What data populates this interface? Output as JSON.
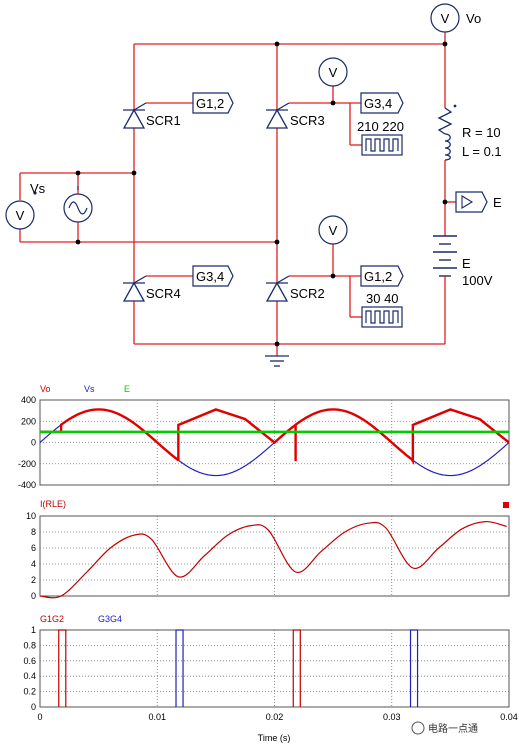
{
  "circuit": {
    "source_label": "Vs",
    "scr1": "SCR1",
    "scr2": "SCR2",
    "scr3": "SCR3",
    "scr4": "SCR4",
    "gate_scr1": "G1,2",
    "gate_scr2": "G1,2",
    "gate_scr3": "G3,4",
    "gate_scr4": "G3,4",
    "pulse_g34": "210 220",
    "pulse_g12": "30 40",
    "vo_label": "Vo",
    "e_probe_label": "E",
    "load_r": "R = 10",
    "load_l": "L = 0.1",
    "e_name": "E",
    "e_value": "100V",
    "voltmeter_glyph": "V"
  },
  "chart_data": [
    {
      "type": "line",
      "legend": [
        "Vo",
        "Vs",
        "E"
      ],
      "colors": {
        "Vo": "#e00000",
        "Vs": "#2020c0",
        "E": "#00cc00"
      },
      "y_ticks": [
        "400",
        "200",
        "0",
        "-200",
        "-400"
      ],
      "ylim": [
        -400,
        400
      ],
      "xlim": [
        0,
        0.04
      ],
      "grid": true,
      "series": [
        {
          "name": "Vs",
          "x": [
            0,
            0.0025,
            0.005,
            0.0075,
            0.01,
            0.0125,
            0.015,
            0.0175,
            0.02,
            0.0225,
            0.025,
            0.0275,
            0.03,
            0.0325,
            0.035,
            0.0375,
            0.04
          ],
          "y": [
            0,
            220,
            311,
            220,
            0,
            -220,
            -311,
            -220,
            0,
            220,
            311,
            220,
            0,
            -220,
            -311,
            -220,
            0
          ]
        },
        {
          "name": "Vo",
          "x": [
            0,
            0.0018,
            0.0018,
            0.005,
            0.0075,
            0.01,
            0.0118,
            0.0118,
            0.015,
            0.0175,
            0.02,
            0.0218,
            0.0218,
            0.025,
            0.0275,
            0.03,
            0.0318,
            0.0318,
            0.035,
            0.0375,
            0.04
          ],
          "y": [
            100,
            100,
            165,
            311,
            220,
            0,
            -175,
            165,
            311,
            220,
            0,
            -175,
            165,
            311,
            220,
            0,
            -175,
            165,
            311,
            220,
            0
          ]
        },
        {
          "name": "E",
          "x": [
            0,
            0.04
          ],
          "y": [
            100,
            100
          ]
        }
      ]
    },
    {
      "type": "line",
      "legend": [
        "I(RLE)"
      ],
      "colors": {
        "I(RLE)": "#c00000"
      },
      "y_ticks": [
        "10",
        "8",
        "6",
        "4",
        "2",
        "0"
      ],
      "ylim": [
        0,
        10
      ],
      "xlim": [
        0,
        0.04
      ],
      "grid": true,
      "series": [
        {
          "name": "I(RLE)",
          "x": [
            0,
            0.0018,
            0.004,
            0.006,
            0.008,
            0.0095,
            0.0118,
            0.014,
            0.016,
            0.018,
            0.0195,
            0.0218,
            0.024,
            0.026,
            0.028,
            0.0295,
            0.0318,
            0.034,
            0.036,
            0.038,
            0.0398
          ],
          "y": [
            0,
            0,
            3.0,
            6.0,
            7.6,
            7.1,
            2.4,
            5.0,
            7.6,
            8.8,
            8.2,
            3.0,
            5.6,
            8.0,
            9.1,
            8.5,
            3.5,
            6.0,
            8.4,
            9.3,
            8.7
          ]
        }
      ]
    },
    {
      "type": "line",
      "legend": [
        "G1G2",
        "G3G4"
      ],
      "colors": {
        "G1G2": "#c00000",
        "G3G4": "#2020c0"
      },
      "y_ticks": [
        "1",
        "0.8",
        "0.6",
        "0.4",
        "0.2",
        "0"
      ],
      "ylim": [
        0,
        1
      ],
      "xlim": [
        0,
        0.04
      ],
      "x_ticks": [
        "0",
        "0.01",
        "0.02",
        "0.03",
        "0.04"
      ],
      "xlabel": "Time (s)",
      "grid": true,
      "series": [
        {
          "name": "G1G2",
          "pulses": [
            [
              0.0016,
              0.0022
            ],
            [
              0.0216,
              0.0222
            ]
          ]
        },
        {
          "name": "G3G4",
          "pulses": [
            [
              0.0116,
              0.0122
            ],
            [
              0.0316,
              0.0322
            ]
          ]
        }
      ]
    }
  ],
  "watermark": "电路一点通"
}
